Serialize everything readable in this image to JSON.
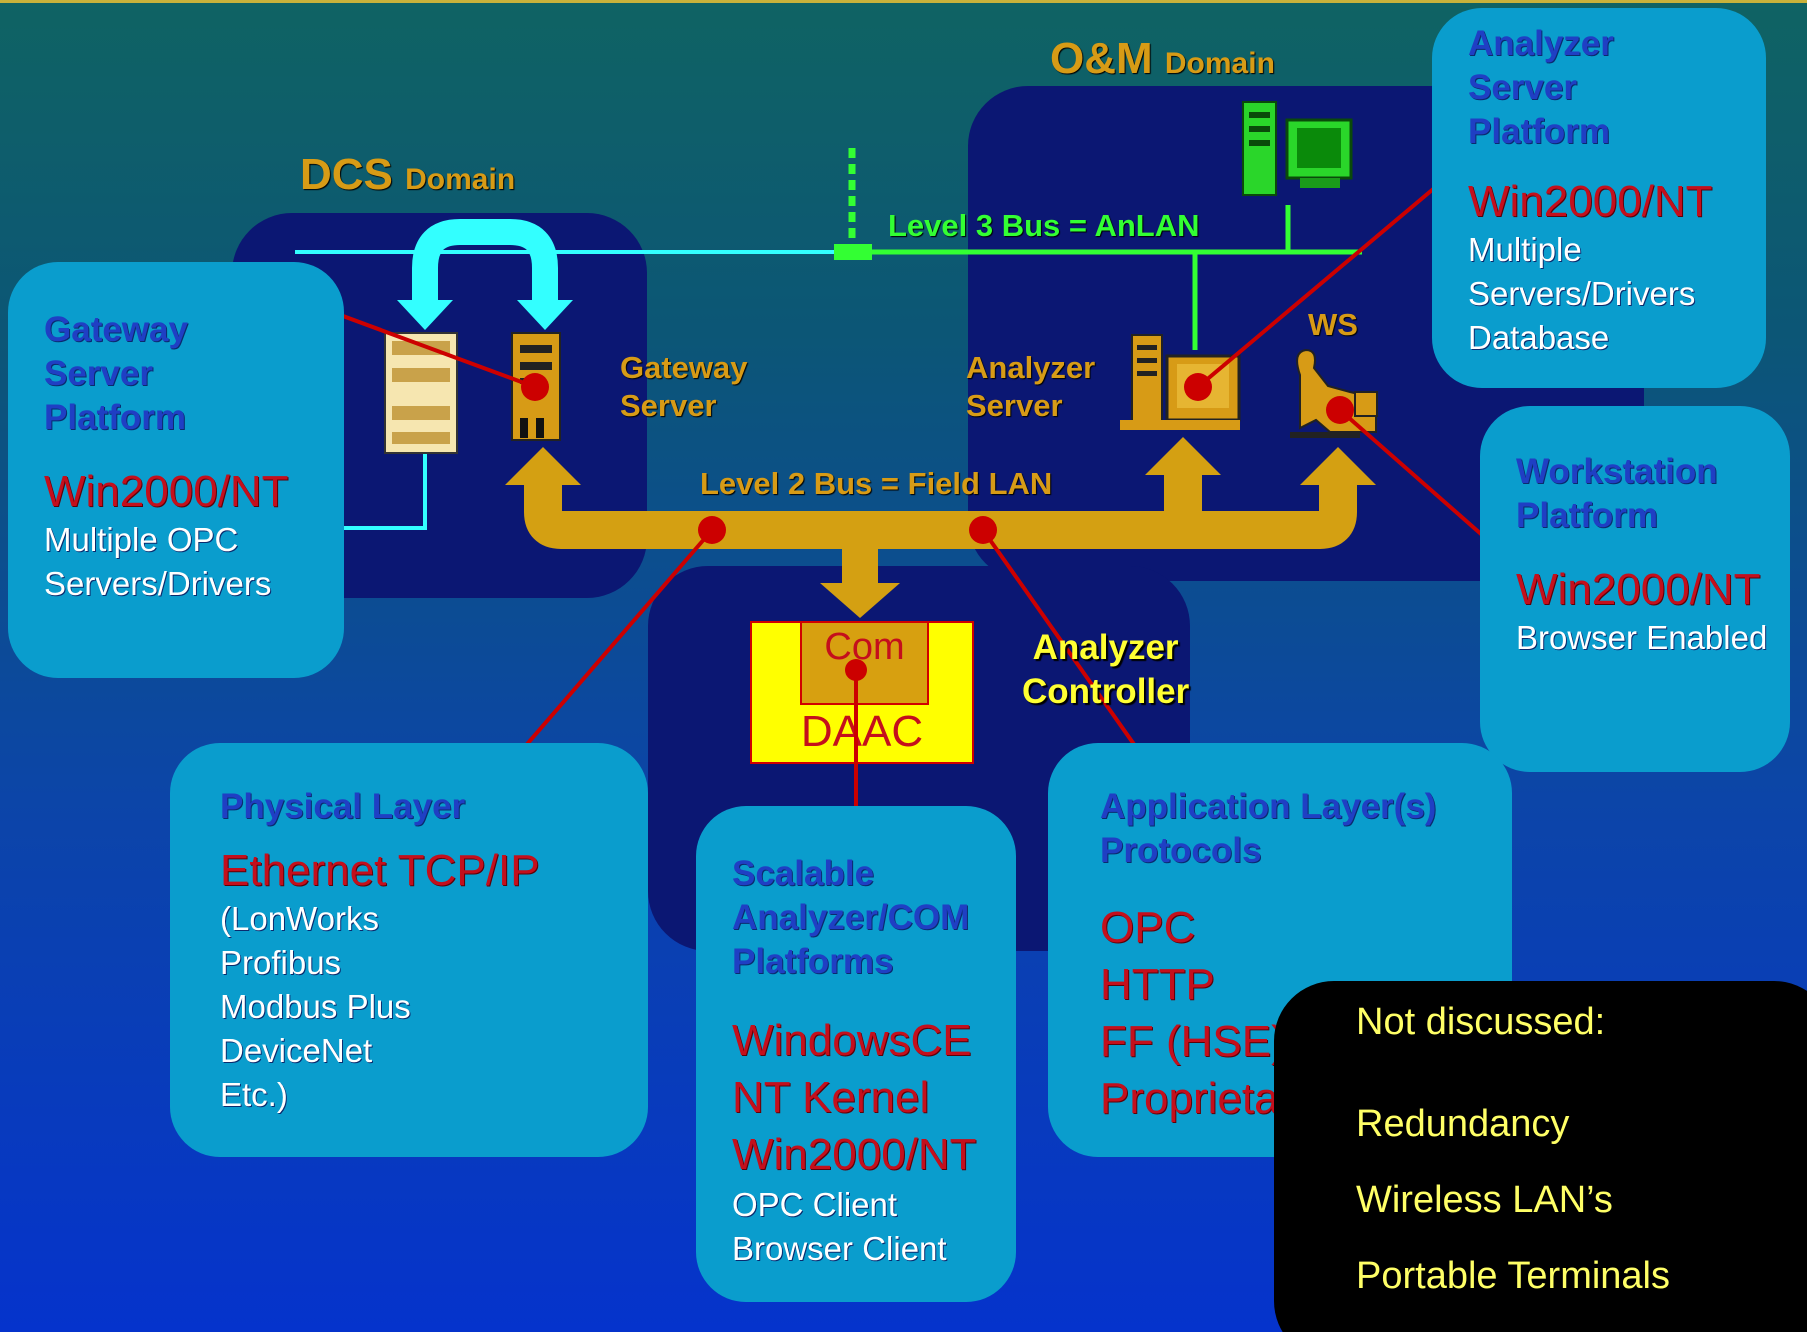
{
  "domains": {
    "dcs": {
      "name": "DCS",
      "suffix": "Domain"
    },
    "om": {
      "name": "O&M",
      "suffix": "Domain"
    }
  },
  "buses": {
    "level3": "Level 3 Bus = AnLAN",
    "level2": "Level 2 Bus = Field LAN"
  },
  "nodes": {
    "gateway_server": [
      "Gateway",
      "Server"
    ],
    "analyzer_server": [
      "Analyzer",
      "Server"
    ],
    "ws": "WS",
    "analyzer_controller": [
      "Analyzer",
      "Controller"
    ],
    "daac": "DAAC",
    "com": "Com"
  },
  "bubbles": {
    "gateway": {
      "title": [
        "Gateway",
        "Server",
        "Platform"
      ],
      "os": "Win2000/NT",
      "lines": [
        "Multiple OPC",
        "Servers/Drivers"
      ]
    },
    "analyzer_server": {
      "title": [
        "Analyzer",
        "Server",
        "Platform"
      ],
      "os": "Win2000/NT",
      "lines": [
        "Multiple",
        "Servers/Drivers",
        "Database"
      ]
    },
    "workstation": {
      "title": [
        "Workstation",
        "Platform"
      ],
      "os": "Win2000/NT",
      "lines": [
        "Browser Enabled"
      ]
    },
    "physical": {
      "title": [
        "Physical Layer"
      ],
      "os": "Ethernet TCP/IP",
      "lines": [
        "(LonWorks",
        "Profibus",
        "Modbus Plus",
        "DeviceNet",
        "Etc.)"
      ]
    },
    "scalable": {
      "title": [
        "Scalable",
        "Analyzer/COM",
        "Platforms"
      ],
      "os_lines": [
        "WindowsCE",
        "NT Kernel",
        "Win2000/NT"
      ],
      "lines": [
        "OPC Client",
        "Browser Client"
      ]
    },
    "application": {
      "title": [
        "Application Layer(s)",
        "Protocols"
      ],
      "os_lines": [
        "OPC",
        "HTTP",
        "FF (HSE)",
        "Proprietary"
      ]
    }
  },
  "notes": {
    "title": "Not discussed:",
    "items": [
      "Redundancy",
      "Wireless LAN’s",
      "Portable Terminals"
    ]
  },
  "colors": {
    "domain_panel": "#0b1773",
    "bubble": "#0a9dcd",
    "bus_level2": "#d4a012",
    "bus_level3": "#33ff33",
    "dcs_link": "#33ffff",
    "pointer": "#cc0000",
    "daac": "#ffff00"
  }
}
